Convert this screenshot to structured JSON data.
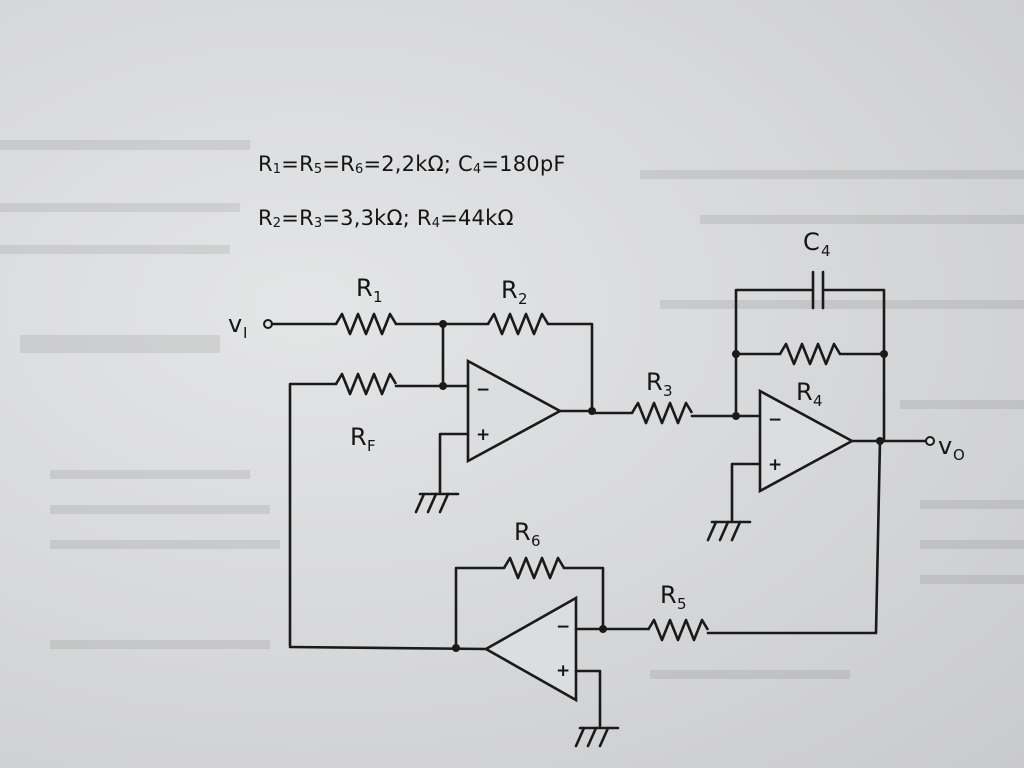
{
  "specs": {
    "line1": {
      "r1": "R",
      "r1_sub": "1",
      "eq1": "=R",
      "r5_sub": "5",
      "eq2": "=R",
      "r6_sub": "6",
      "val1": "=2,2kΩ; C",
      "c4_sub": "4",
      "val2": "=180pF"
    },
    "line2": {
      "r2": "R",
      "r2_sub": "2",
      "eq1": "=R",
      "r3_sub": "3",
      "val1": "=3,3kΩ; R",
      "r4_sub": "4",
      "val2": "=44kΩ"
    }
  },
  "circuit": {
    "input": {
      "main": "v",
      "sub": "I"
    },
    "output": {
      "main": "v",
      "sub": "O"
    },
    "labels": {
      "r1": {
        "main": "R",
        "sub": "1"
      },
      "r2": {
        "main": "R",
        "sub": "2"
      },
      "r3": {
        "main": "R",
        "sub": "3"
      },
      "r4": {
        "main": "R",
        "sub": "4"
      },
      "r5": {
        "main": "R",
        "sub": "5"
      },
      "r6": {
        "main": "R",
        "sub": "6"
      },
      "rf": {
        "main": "R",
        "sub": "F"
      },
      "c4": {
        "main": "C",
        "sub": "4"
      }
    },
    "opamp_signs": {
      "minus": "−",
      "plus": "+"
    }
  }
}
